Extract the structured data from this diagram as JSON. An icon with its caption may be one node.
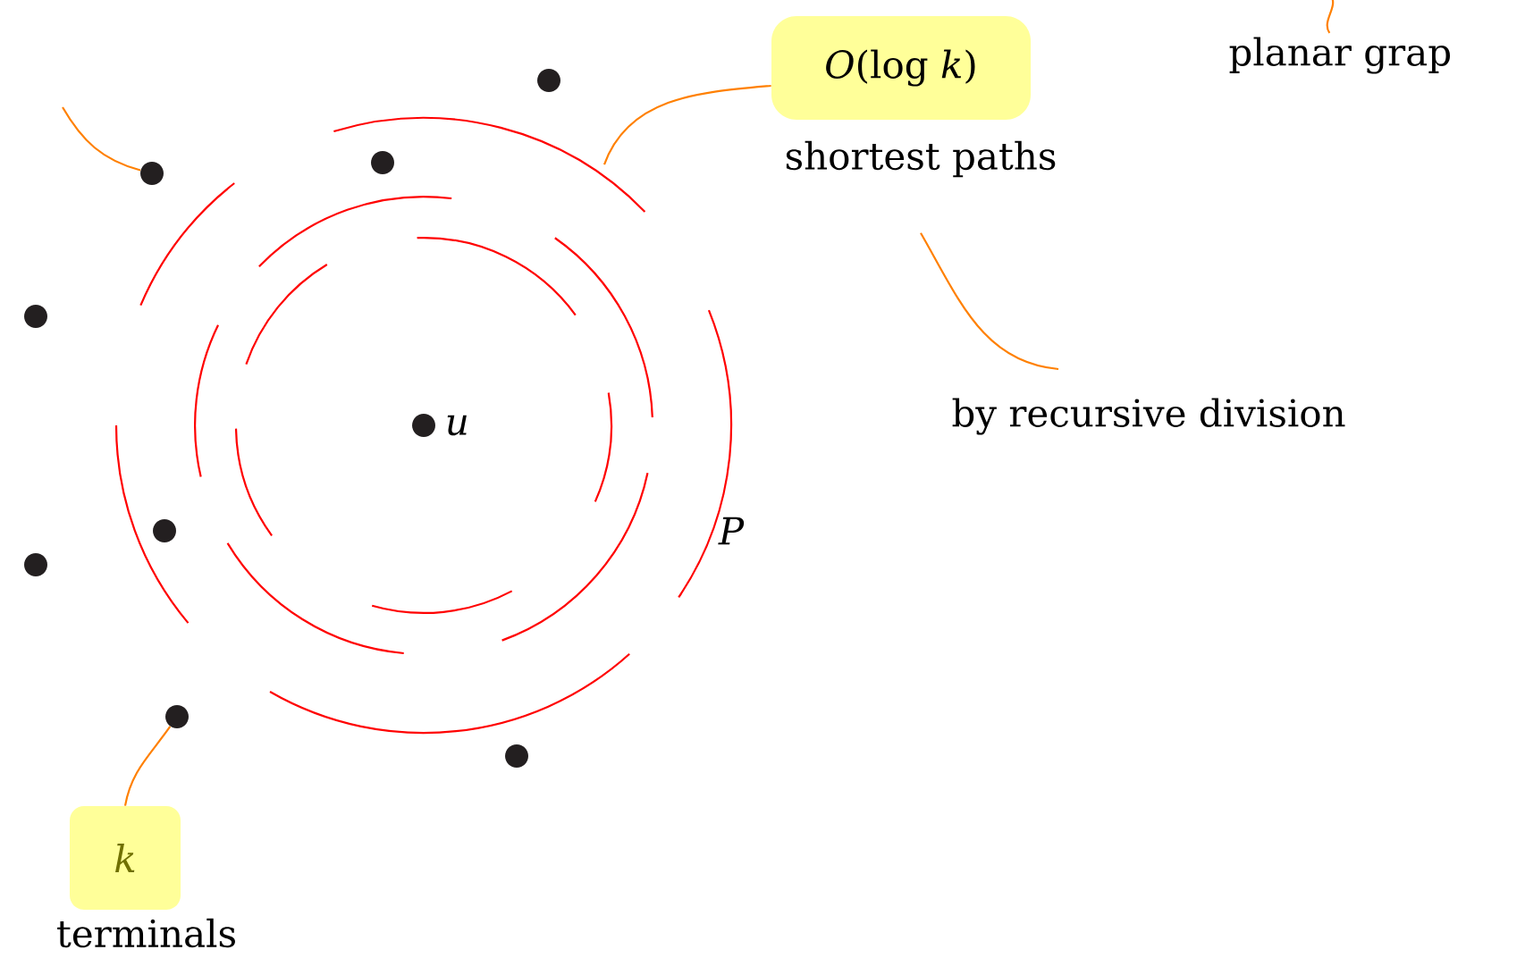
{
  "diagram": {
    "nodes": [
      {
        "text": [
          "*O*(log *k*)",
          "shortest paths"
        ]
      },
      {
        "text": [
          "planar grap"
        ]
      },
      {
        "text": [],
        "shape": "circle"
      },
      {
        "text": [],
        "shape": "circle"
      },
      {
        "text": [],
        "shape": "circle"
      },
      {
        "text": [],
        "shape": "circle"
      },
      {
        "text": [
          "by recursive division"
        ]
      },
      {
        "text": [],
        "shape": "circle",
        "beside": [
          "u"
        ]
      },
      {
        "text": [],
        "shape": "circle"
      },
      {
        "text": [],
        "shape": "circle"
      },
      {
        "text": [],
        "shape": "circle"
      },
      {
        "text": [],
        "shape": "circle"
      },
      {
        "text": [
          "k",
          "terminals"
        ]
      }
    ],
    "edges": [
      {
        "from": 12,
        "to": 10,
        "arrow": "none"
      },
      {
        "from": 0,
        "to": null,
        "arrow": "none"
      },
      {
        "from": null,
        "to": 4,
        "arrow": "none"
      },
      {
        "from": 0,
        "to": 6,
        "arrow": "none"
      },
      {
        "from": null,
        "to": 1,
        "arrow": "none"
      }
    ],
    "labels": [
      "P"
    ]
  }
}
